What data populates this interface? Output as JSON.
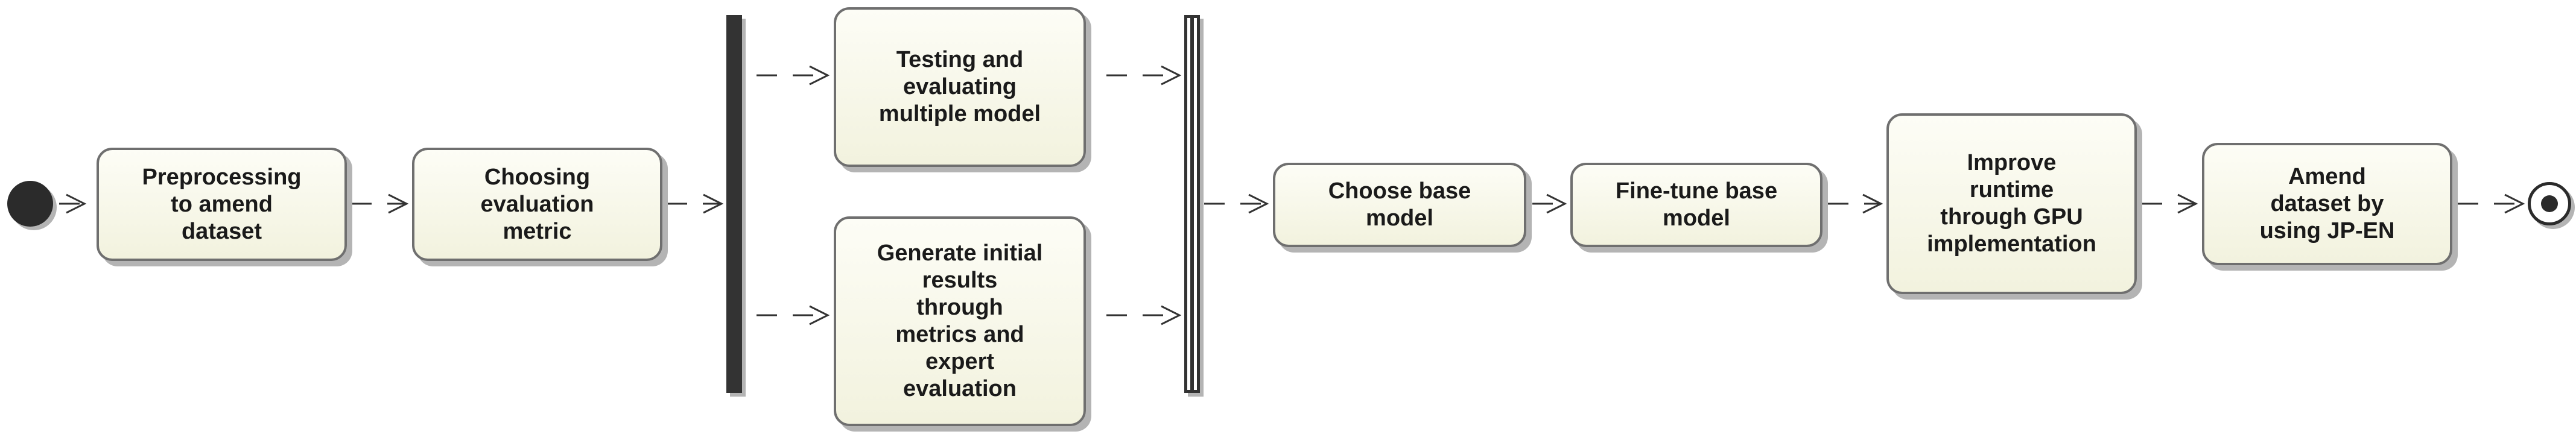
{
  "diagram": {
    "nodes": {
      "preprocessing": "Preprocessing\nto amend\ndataset",
      "choosing_metric": "Choosing\nevaluation\nmetric",
      "testing_models": "Testing and\nevaluating\nmultiple model",
      "generate_results": "Generate initial\nresults\nthrough\nmetrics and\nexpert\nevaluation",
      "choose_base": "Choose base\nmodel",
      "fine_tune": "Fine-tune base\nmodel",
      "improve_runtime": "Improve\nruntime\nthrough GPU\nimplementation",
      "amend_dataset": "Amend\ndataset by\nusing JP-EN"
    },
    "colors": {
      "node_fill": "#f2f2de",
      "node_border": "#6f6f6f",
      "shadow": "#b4b4b4",
      "edge": "#333333",
      "bar": "#333333"
    }
  }
}
